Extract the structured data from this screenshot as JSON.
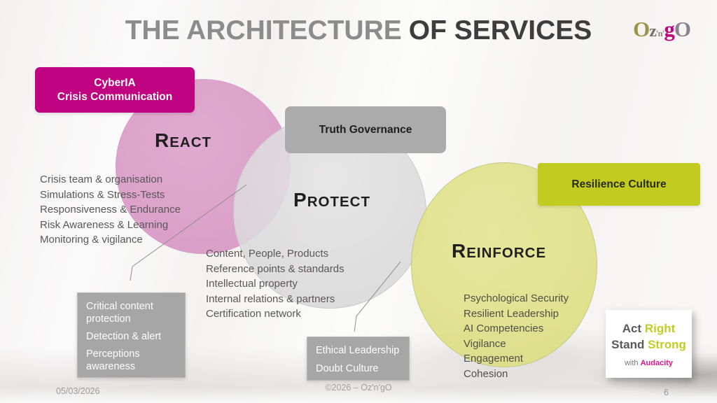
{
  "title": {
    "muted": "THE ARCHITECTURE",
    "strong": "OF SERVICES"
  },
  "logo": {
    "o1": "O",
    "z": "z",
    "n": "'n'",
    "g": "g",
    "o2": "O"
  },
  "labels": {
    "cyberia_line1": "CyberIA",
    "cyberia_line2": "Crisis Communication",
    "truth": "Truth Governance",
    "resilience": "Resilience Culture"
  },
  "react": {
    "initial": "R",
    "rest": "EACT",
    "items": [
      "Crisis team & organisation",
      "Simulations & Stress-Tests",
      "Responsiveness & Endurance",
      "Risk Awareness & Learning",
      "Monitoring & vigilance"
    ]
  },
  "protect": {
    "initial": "P",
    "rest": "ROTECT",
    "items": [
      "Content, People, Products",
      "Reference points & standards",
      "Intellectual property",
      "Internal relations & partners",
      "Certification network"
    ]
  },
  "reinforce": {
    "initial": "R",
    "rest": "EINFORCE",
    "items": [
      "Psychological Security",
      "Resilient Leadership",
      "AI Competencies",
      "Vigilance",
      "Engagement",
      "Cohesion"
    ]
  },
  "critical_box": {
    "items": [
      "Critical content protection",
      "Detection & alert",
      "Perceptions awareness"
    ]
  },
  "ethical_box": {
    "items": [
      "Ethical Leadership",
      "Doubt Culture"
    ]
  },
  "badge": {
    "act": "Act",
    "right": "Right",
    "stand": "Stand",
    "strong": "Strong",
    "with": "with",
    "audacity": "Audacity"
  },
  "footer": {
    "date": "05/03/2026",
    "copyright": "©2026 – Oz'n'gO",
    "page": "6"
  },
  "colors": {
    "magenta": "#C00380",
    "pink_circle": "#DCA2CA",
    "gray_circle": "#DBDADB",
    "yellow_circle": "#E0E18C",
    "gray_box": "#ABABAB",
    "yellow_box": "#C2CC20",
    "badge_accent_yellow": "#C3CC21",
    "badge_accent_magenta": "#E7128D"
  }
}
